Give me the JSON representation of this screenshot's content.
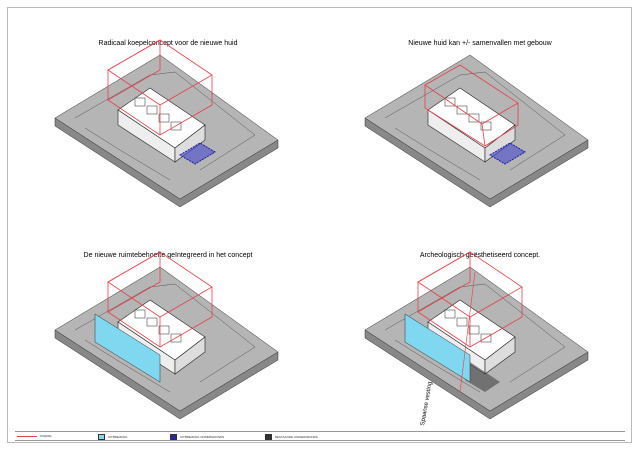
{
  "panels": [
    {
      "title": "Radicaal koepelconcept voor de nieuwe huid",
      "variant": "dome"
    },
    {
      "title": "Nieuwe huid kan +/- samenvallen met gebouw",
      "variant": "tight"
    },
    {
      "title": "De nieuwe ruimtebehoefte geïntegreerd in het concept",
      "variant": "extension"
    },
    {
      "title": "Archeologisch geësthetiseerd concept.",
      "variant": "archeo"
    }
  ],
  "annotation": "Spaanse vesting",
  "legend": [
    {
      "label": "KOEPEL",
      "color": "#e8404a"
    },
    {
      "label": "UITBREIDING",
      "color": "#7fd8f0"
    },
    {
      "label": "UITBREIDING ONDERGRONDS",
      "color": "#2a2aa0"
    },
    {
      "label": "BESTAANDE ONDERGRONDS",
      "color": "#333333"
    }
  ]
}
